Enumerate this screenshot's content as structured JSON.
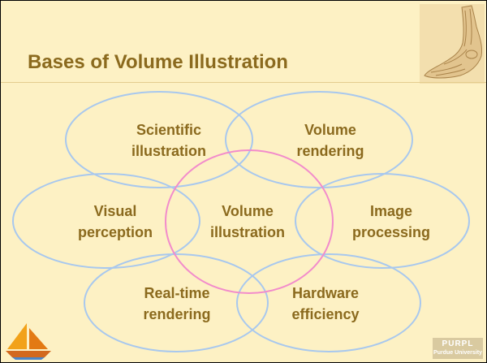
{
  "slide": {
    "title": "Bases of Volume Illustration"
  },
  "diagram": {
    "nodes": [
      {
        "id": "scientific",
        "line1": "Scientific",
        "line2": "illustration",
        "color": "#a8c8ee"
      },
      {
        "id": "volume-rendering",
        "line1": "Volume",
        "line2": "rendering",
        "color": "#a8c8ee"
      },
      {
        "id": "visual",
        "line1": "Visual",
        "line2": "perception",
        "color": "#a8c8ee"
      },
      {
        "id": "volume-illustration",
        "line1": "Volume",
        "line2": "illustration",
        "color": "#f28ccb"
      },
      {
        "id": "image",
        "line1": "Image",
        "line2": "processing",
        "color": "#a8c8ee"
      },
      {
        "id": "realtime",
        "line1": "Real-time",
        "line2": "rendering",
        "color": "#a8c8ee"
      },
      {
        "id": "hardware",
        "line1": "Hardware",
        "line2": "efficiency",
        "color": "#a8c8ee"
      }
    ]
  },
  "branding": {
    "logo_main": "PURPL",
    "logo_sub": "Purdue University"
  },
  "colors": {
    "background": "#fdf1c4",
    "text": "#8b6a1e",
    "outer_ellipse": "#a8c8ee",
    "center_ellipse": "#f28ccb"
  }
}
